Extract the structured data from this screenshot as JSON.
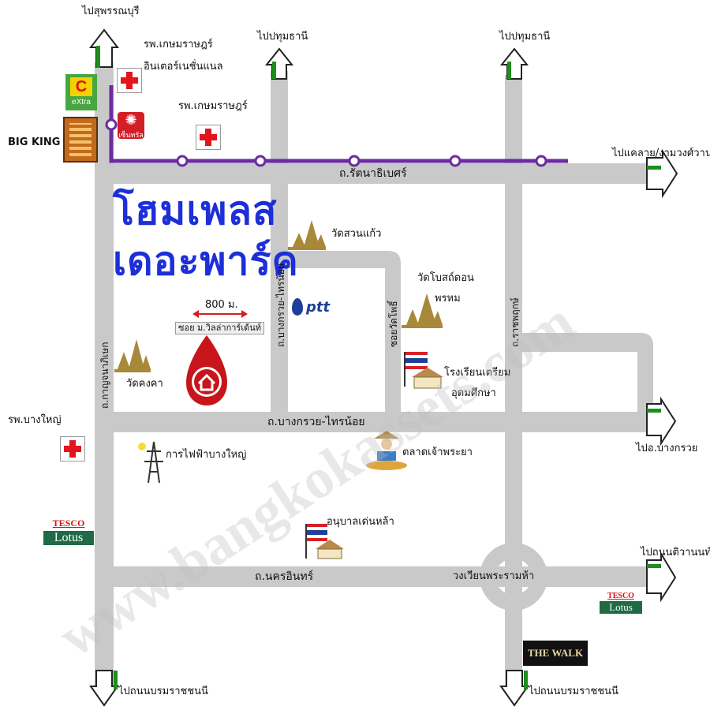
{
  "title": {
    "line1": "โฮมเพลส",
    "line2": "เดอะพาร์ค"
  },
  "roads": {
    "rattanathibet": "ถ.รัตนาธิเบศร์",
    "bangkruai_sainoi_h": "ถ.บางกรวย-ไทรน้อย",
    "nakhon_in": "ถ.นครอินทร์",
    "kanchanaphisek": "ถ.กาญจนาภิเษก",
    "bangkruai_sainoi_v": "ถ.บางกรวย-ไทรน้อย",
    "soi_wat_pho": "ซอยวัดโพธิ์",
    "ratchaphruek": "ถ.ราชพฤกษ์"
  },
  "destinations": {
    "top_left": "ไปสุพรรณบุรี",
    "top_mid": "ไปปทุมธานี",
    "top_right": "ไปปทุมธานี",
    "right_top": "ไปแคลาย/งามวงศ์วาน",
    "right_mid": "ไปอ.บางกรวย",
    "right_low": "ไปถนนติวานนท์",
    "bottom_left": "ไปถนนบรมราชชนนี",
    "bottom_right": "ไปถนนบรมราชชนนี"
  },
  "places": {
    "kasemrad_inter": [
      "รพ.เกษมราษฎร์",
      "อินเตอร์เนชั่นแนล"
    ],
    "kasemrad": "รพ.เกษมราษฎร์",
    "bangyai_hosp": "รพ.บางใหญ่",
    "big_king": "BIG KING",
    "big_c": "eXtra",
    "central": "เซ็นทรัล",
    "wat_suan_kaeo": "วัดสวนแก้ว",
    "wat_bot_don_phrom": [
      "วัดโบสถ์ดอน",
      "พรหม"
    ],
    "wat_khongkha": "วัดคงคา",
    "school": [
      "โรงเรียนเตรียม",
      "อุดมศึกษา"
    ],
    "power": "การไฟฟ้าบางใหญ่",
    "market": "ตลาดเจ้าพระยา",
    "kindergarten": "อนุบาลเด่นหล้า",
    "roundabout": "วงเวียนพระรามห้า",
    "ptt": "ptt",
    "tesco1": [
      "TESCO",
      "Lotus"
    ],
    "tesco2": [
      "TESCO",
      "Lotus"
    ],
    "the_walk": "THE WALK",
    "distance": "800 ม.",
    "soi": "ซอย ม.วิลล่าการ์เด้นท์"
  },
  "watermark": "www.bangkokassets.com",
  "colors": {
    "road": "#c9c9c9",
    "purple_line": "#6a2ca0",
    "title": "#1d2fd8",
    "pin": "#c8141b",
    "green": "#1c8f1c"
  }
}
